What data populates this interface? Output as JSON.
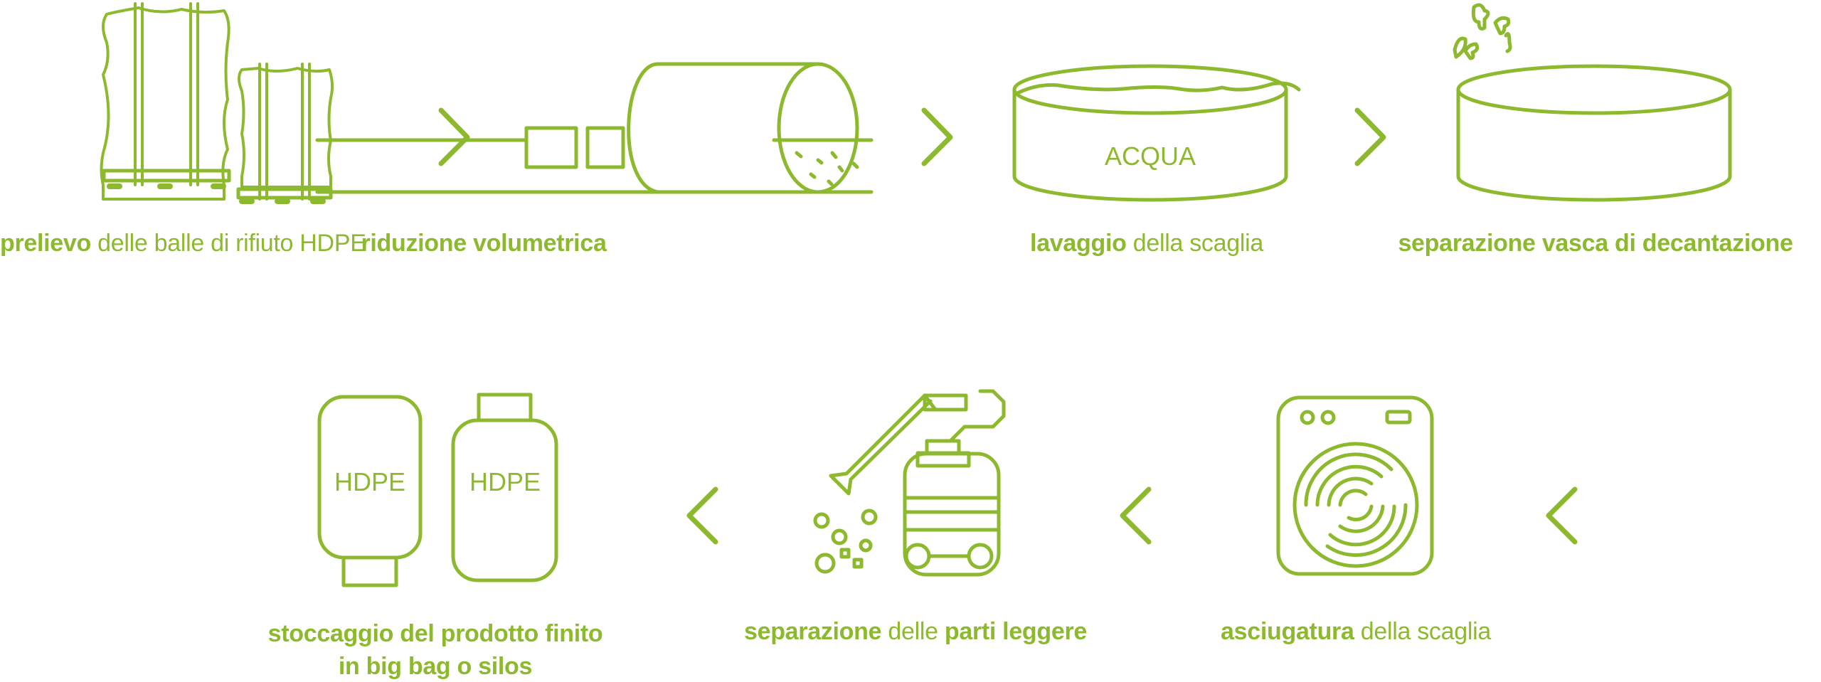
{
  "colors": {
    "accent": "#8db92e",
    "background": "#ffffff"
  },
  "steps": [
    {
      "bold": "prelievo",
      "light": " delle balle di rifiuto HDPE",
      "icon": "hdpe-bales-icon"
    },
    {
      "bold": "riduzione volumetrica",
      "icon": "shredder-drum-icon"
    },
    {
      "bold": "lavaggio",
      "light": " della scaglia",
      "icon": "washing-tank-icon",
      "icon_text": "ACQUA"
    },
    {
      "bold": "separazione vasca di decantazione",
      "icon": "decantation-tank-icon"
    },
    {
      "bold": "asciugatura",
      "light": " della scaglia",
      "icon": "dryer-icon"
    },
    {
      "bold": "separazione",
      "light": " delle ",
      "bold2": "parti leggere",
      "icon": "vacuum-separator-icon"
    },
    {
      "bold": "stoccaggio del prodotto finito",
      "bold_line2": "in big bag o silos",
      "icon": "storage-silos-icon",
      "icon_text": "HDPE"
    }
  ],
  "arrows": [
    "chevron-right-icon",
    "chevron-right-icon",
    "chevron-right-icon",
    "chevron-left-icon",
    "chevron-left-icon",
    "chevron-left-icon"
  ]
}
